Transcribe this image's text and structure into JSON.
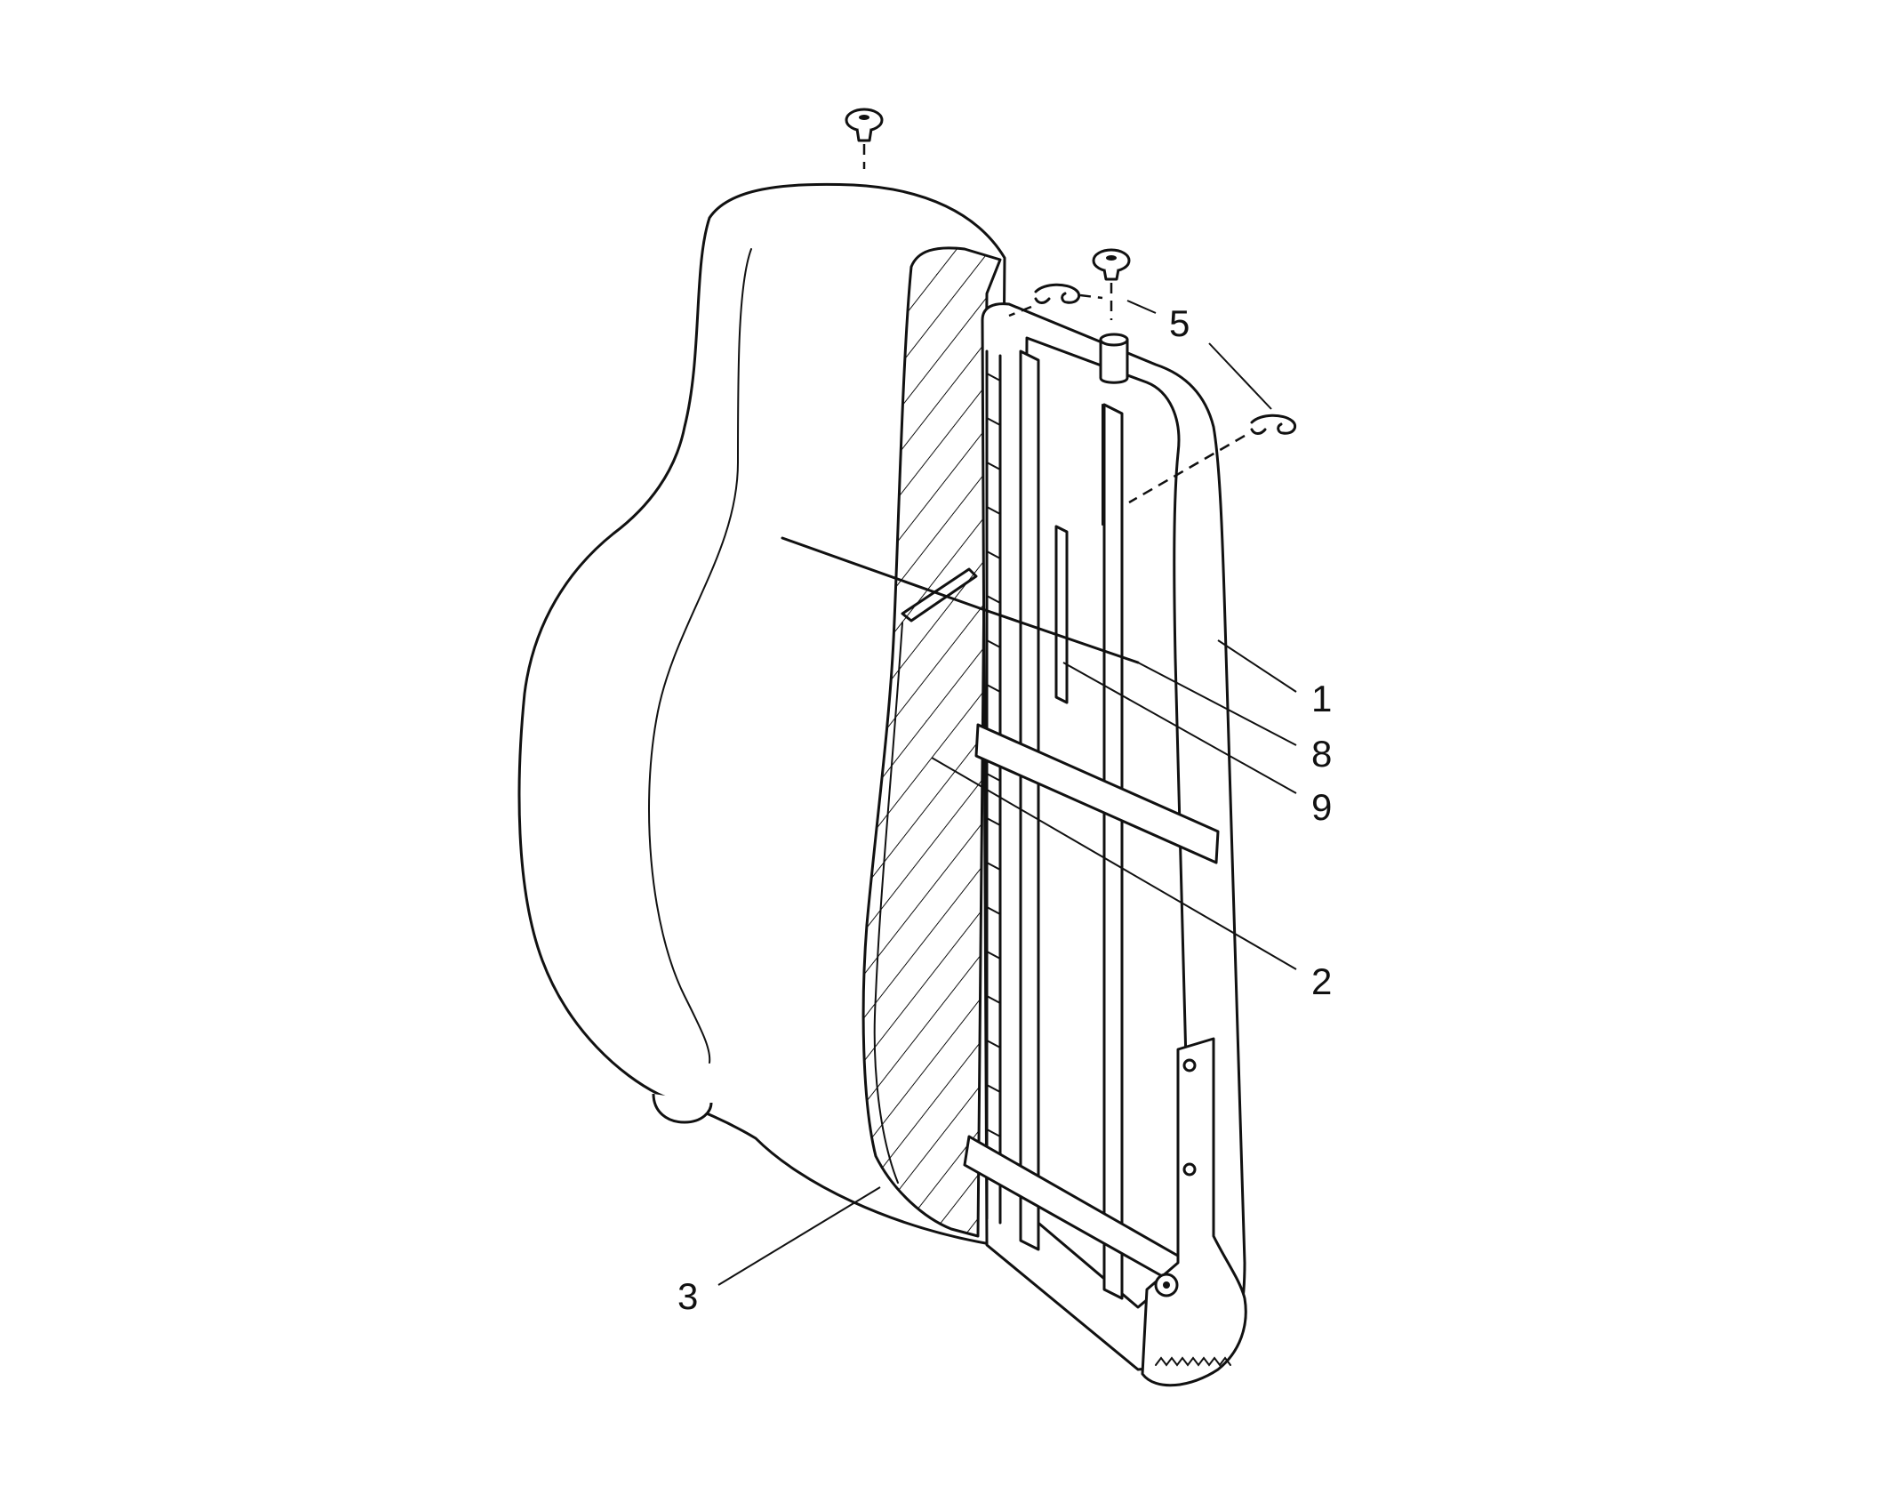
{
  "diagram": {
    "callouts": [
      {
        "id": "callout-1",
        "label": "1"
      },
      {
        "id": "callout-2",
        "label": "2"
      },
      {
        "id": "callout-3",
        "label": "3"
      },
      {
        "id": "callout-5",
        "label": "5"
      },
      {
        "id": "callout-8",
        "label": "8"
      },
      {
        "id": "callout-9",
        "label": "9"
      }
    ]
  }
}
